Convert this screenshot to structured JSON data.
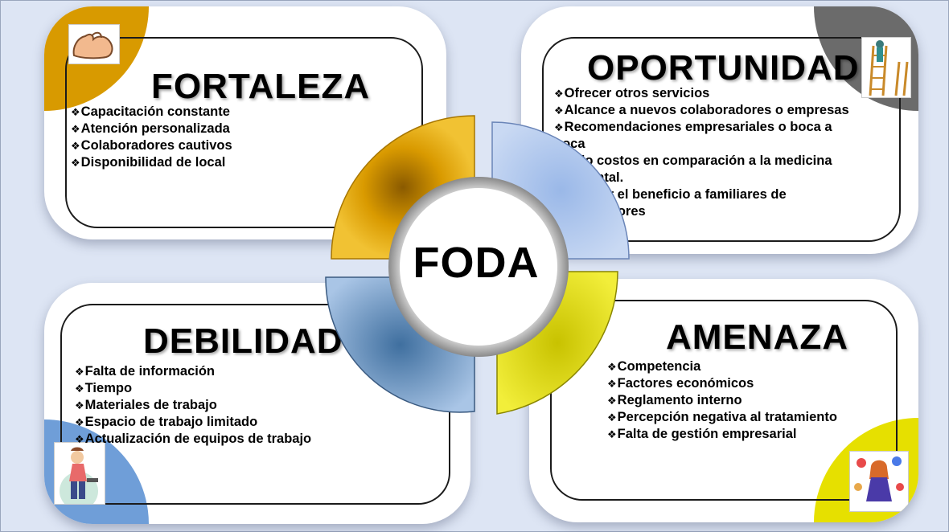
{
  "center": {
    "label": "FODA"
  },
  "fortaleza": {
    "title": "FORTALEZA",
    "icon": "flexed-arm-icon",
    "accent": "#e0a400",
    "items": [
      "Capacitación constante",
      "Atención personalizada",
      "Colaboradores cautivos",
      "Disponibilidad de local"
    ]
  },
  "oportunidad": {
    "title": "OPORTUNIDAD",
    "icon": "ladder-climber-icon",
    "accent": "#6a6a6a",
    "items": [
      "Ofrecer otros servicios",
      "Alcance a nuevos colaboradores o empresas",
      "Recomendaciones empresariales o boca a boca",
      "Bajo costos en comparación a la medicina occidental.",
      "Ampliar el beneficio a familiares de colaboradores"
    ]
  },
  "debilidad": {
    "title": "DEBILIDAD",
    "icon": "tired-woman-icon",
    "accent": "#6f9ed8",
    "items": [
      "Falta de información",
      "Tiempo",
      "Materiales de trabajo",
      "Espacio de trabajo limitado",
      "Actualización de equipos de trabajo"
    ]
  },
  "amenaza": {
    "title": "AMENAZA",
    "icon": "stressed-woman-icon",
    "accent": "#e6e000",
    "items": [
      "Competencia",
      "Factores económicos",
      "Reglamento interno",
      "Percepción negativa al tratamiento",
      "Falta de gestión empresarial"
    ]
  }
}
